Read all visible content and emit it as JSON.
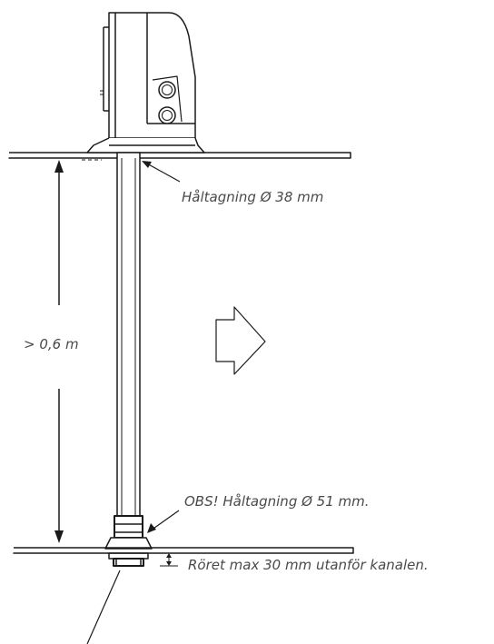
{
  "labels": {
    "top_hole": "Håltagning Ø 38 mm",
    "distance": "> 0,6 m",
    "bottom_hole": "OBS! Håltagning Ø 51 mm.",
    "pipe_protrusion": "Röret max 30 mm utanför kanalen."
  },
  "colors": {
    "stroke": "#1a1a1a",
    "text": "#4a4a4a",
    "background": "#ffffff"
  }
}
